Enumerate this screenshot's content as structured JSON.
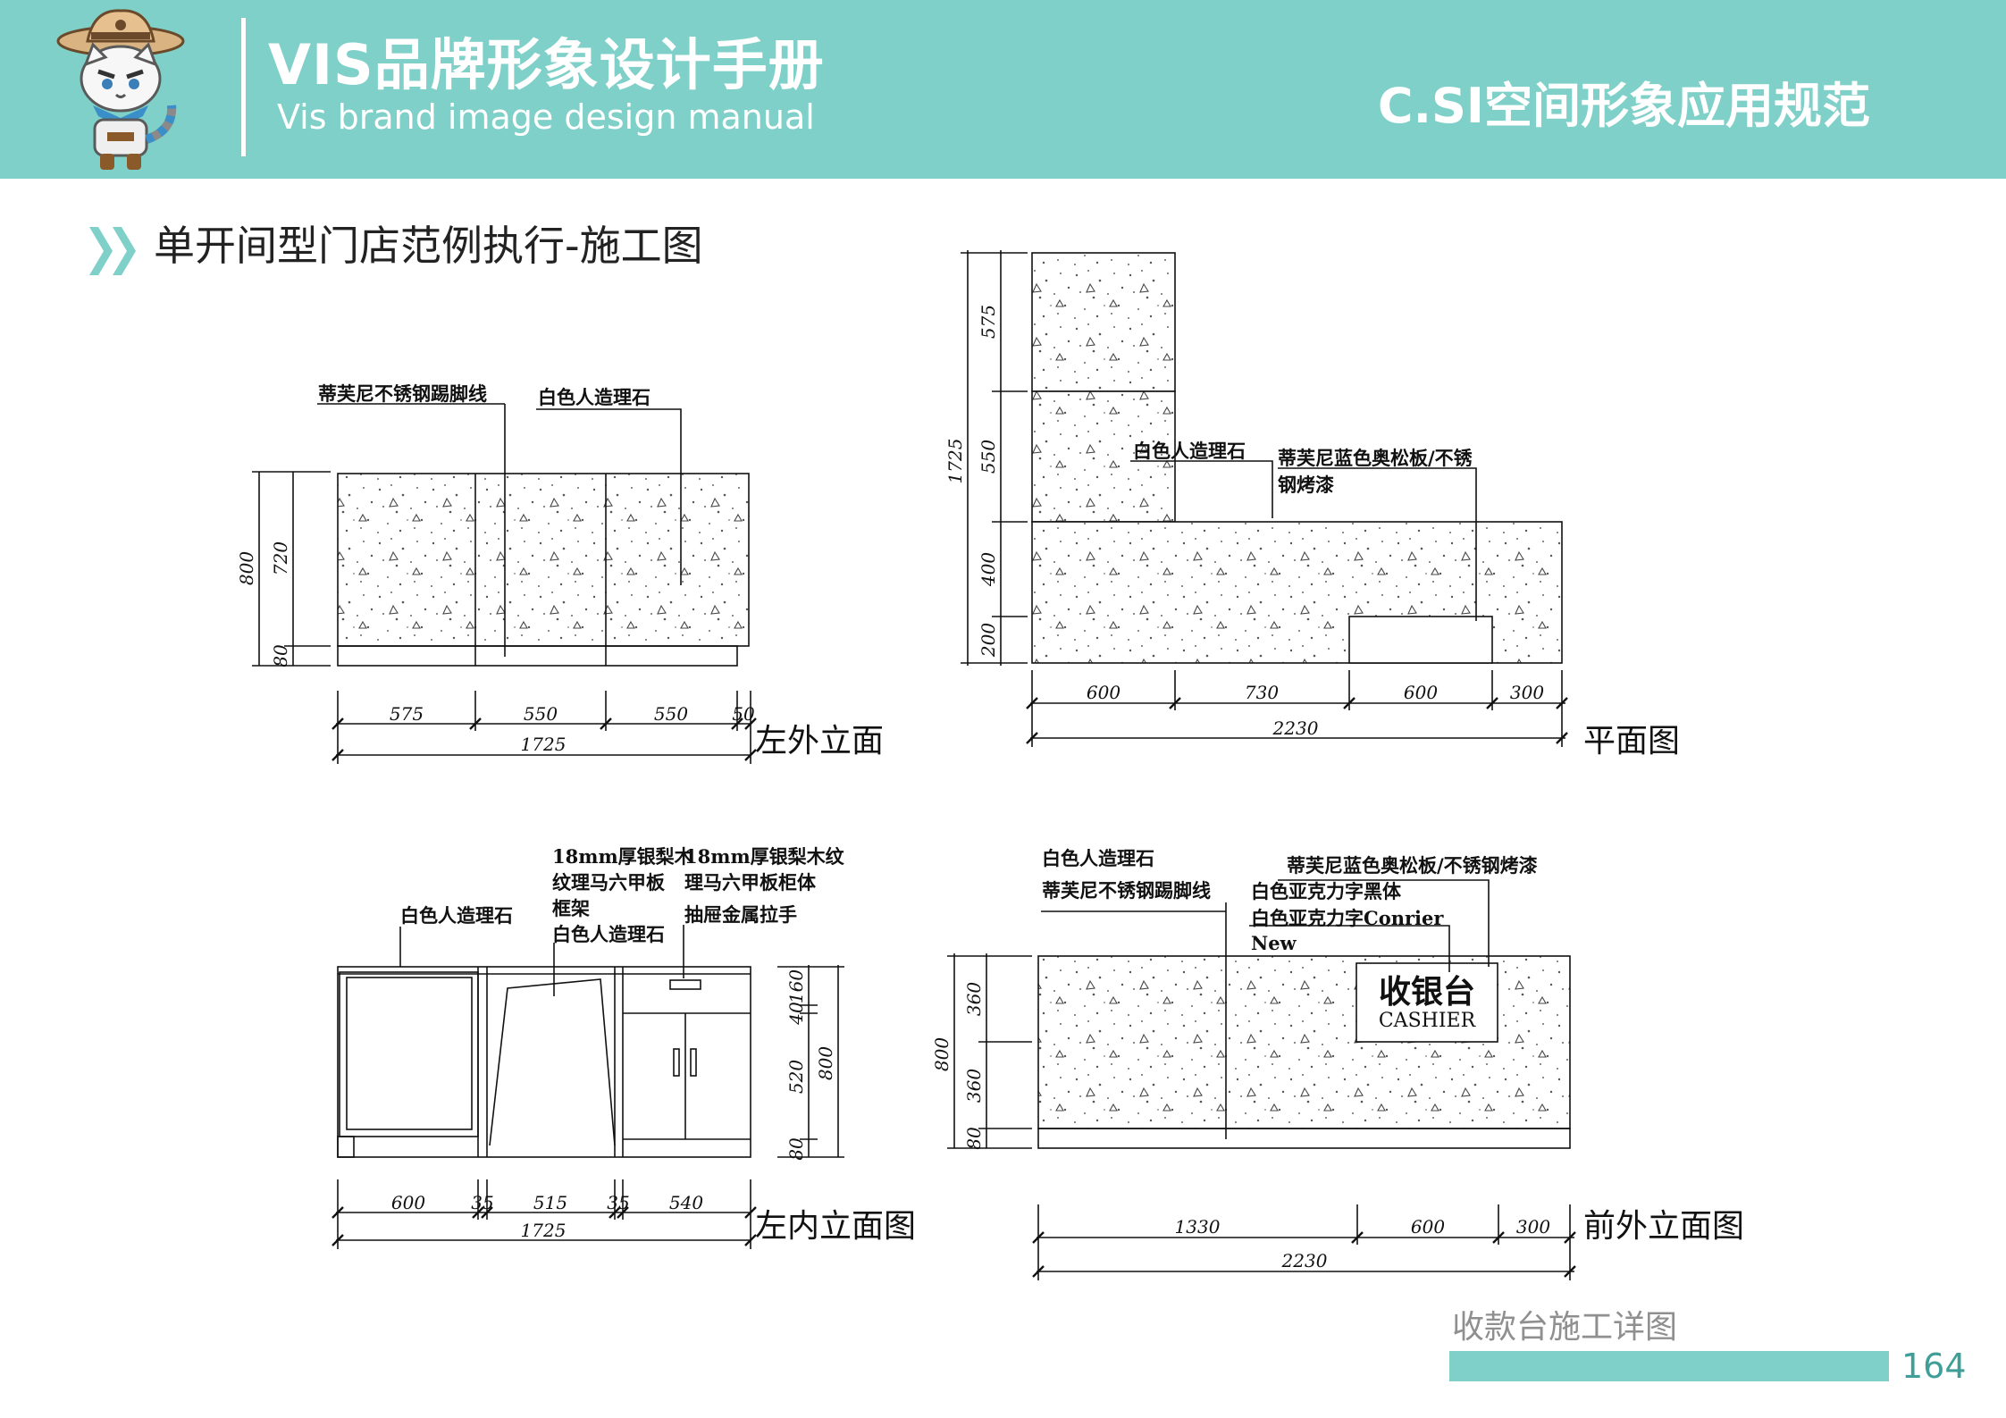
{
  "header": {
    "title": "VIS品牌形象设计手册",
    "subtitle": "Vis brand image design manual",
    "section": "C.SI空间形象应用规范",
    "mascot_icon": "cat-cowboy-mascot-icon"
  },
  "section_title": "单开间型门店范例执行-施工图",
  "colors": {
    "accent": "#7fd0c8",
    "page_number": "#3f9f98",
    "caption_gray": "#8f8f8f"
  },
  "left_outer": {
    "caption": "左外立面",
    "label_a": "蒂芙尼不锈钢踢脚线",
    "label_b": "白色人造理石",
    "dims_h": [
      "575",
      "550",
      "550",
      "50"
    ],
    "dim_total": "1725",
    "dims_v": [
      "800",
      "720",
      "80"
    ]
  },
  "plan": {
    "caption": "平面图",
    "label_a": "白色人造理石",
    "label_b1": "蒂芙尼蓝色奥松板/不锈",
    "label_b2": "钢烤漆",
    "dims_h": [
      "600",
      "730",
      "600",
      "300"
    ],
    "dim_total": "2230",
    "dims_v": [
      "575",
      "550",
      "1725",
      "400",
      "200"
    ]
  },
  "left_inner": {
    "caption": "左内立面图",
    "label_a": "白色人造理石",
    "label_b1": "18mm厚银梨木",
    "label_b2": "纹理马六甲板",
    "label_b3": "框架",
    "label_b4": "白色人造理石",
    "label_c1": "18mm厚银梨木纹",
    "label_c2": "理马六甲板柜体",
    "label_c3": "抽屉金属拉手",
    "dims_h": [
      "600",
      "35",
      "515",
      "35",
      "540"
    ],
    "dim_total": "1725",
    "dims_v": [
      "160",
      "40",
      "520",
      "800",
      "80"
    ]
  },
  "front_outer": {
    "caption": "前外立面图",
    "label_a": "白色人造理石",
    "label_b": "蒂芙尼不锈钢踢脚线",
    "label_c": "蒂芙尼蓝色奥松板/不锈钢烤漆",
    "label_d": "白色亚克力字黑体",
    "label_e1": "白色亚克力字Conrier",
    "label_e2": "New",
    "sign_cn": "收银台",
    "sign_en": "CASHIER",
    "dims_h": [
      "1330",
      "600",
      "300"
    ],
    "dim_total": "2230",
    "dims_v": [
      "800",
      "360",
      "360",
      "80"
    ]
  },
  "footer": {
    "caption": "收款台施工详图",
    "page_number": "164"
  }
}
